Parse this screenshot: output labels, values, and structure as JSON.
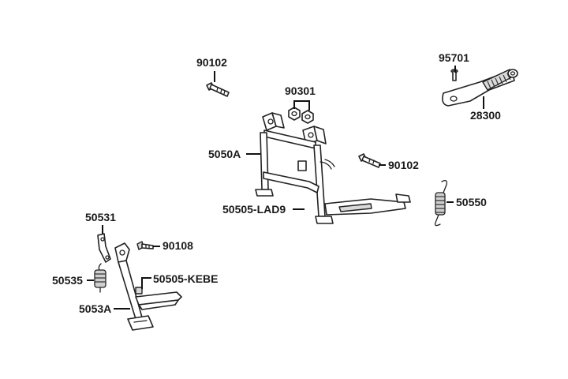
{
  "labels": {
    "p90102_top": "90102",
    "p90301": "90301",
    "p95701": "95701",
    "p28300": "28300",
    "p5050A": "5050A",
    "p90102_right": "90102",
    "p50505_LAD9": "50505-LAD9",
    "p50550": "50550",
    "p50531": "50531",
    "p90108": "90108",
    "p50535": "50535",
    "p50505_KEBE": "50505-KEBE",
    "p5053A": "5053A"
  },
  "icons": [
    "bolt-icon",
    "nut-icon",
    "rivet-icon",
    "kick-starter-arm-icon",
    "main-stand-icon",
    "spring-icon",
    "bracket-icon",
    "side-stand-icon"
  ]
}
